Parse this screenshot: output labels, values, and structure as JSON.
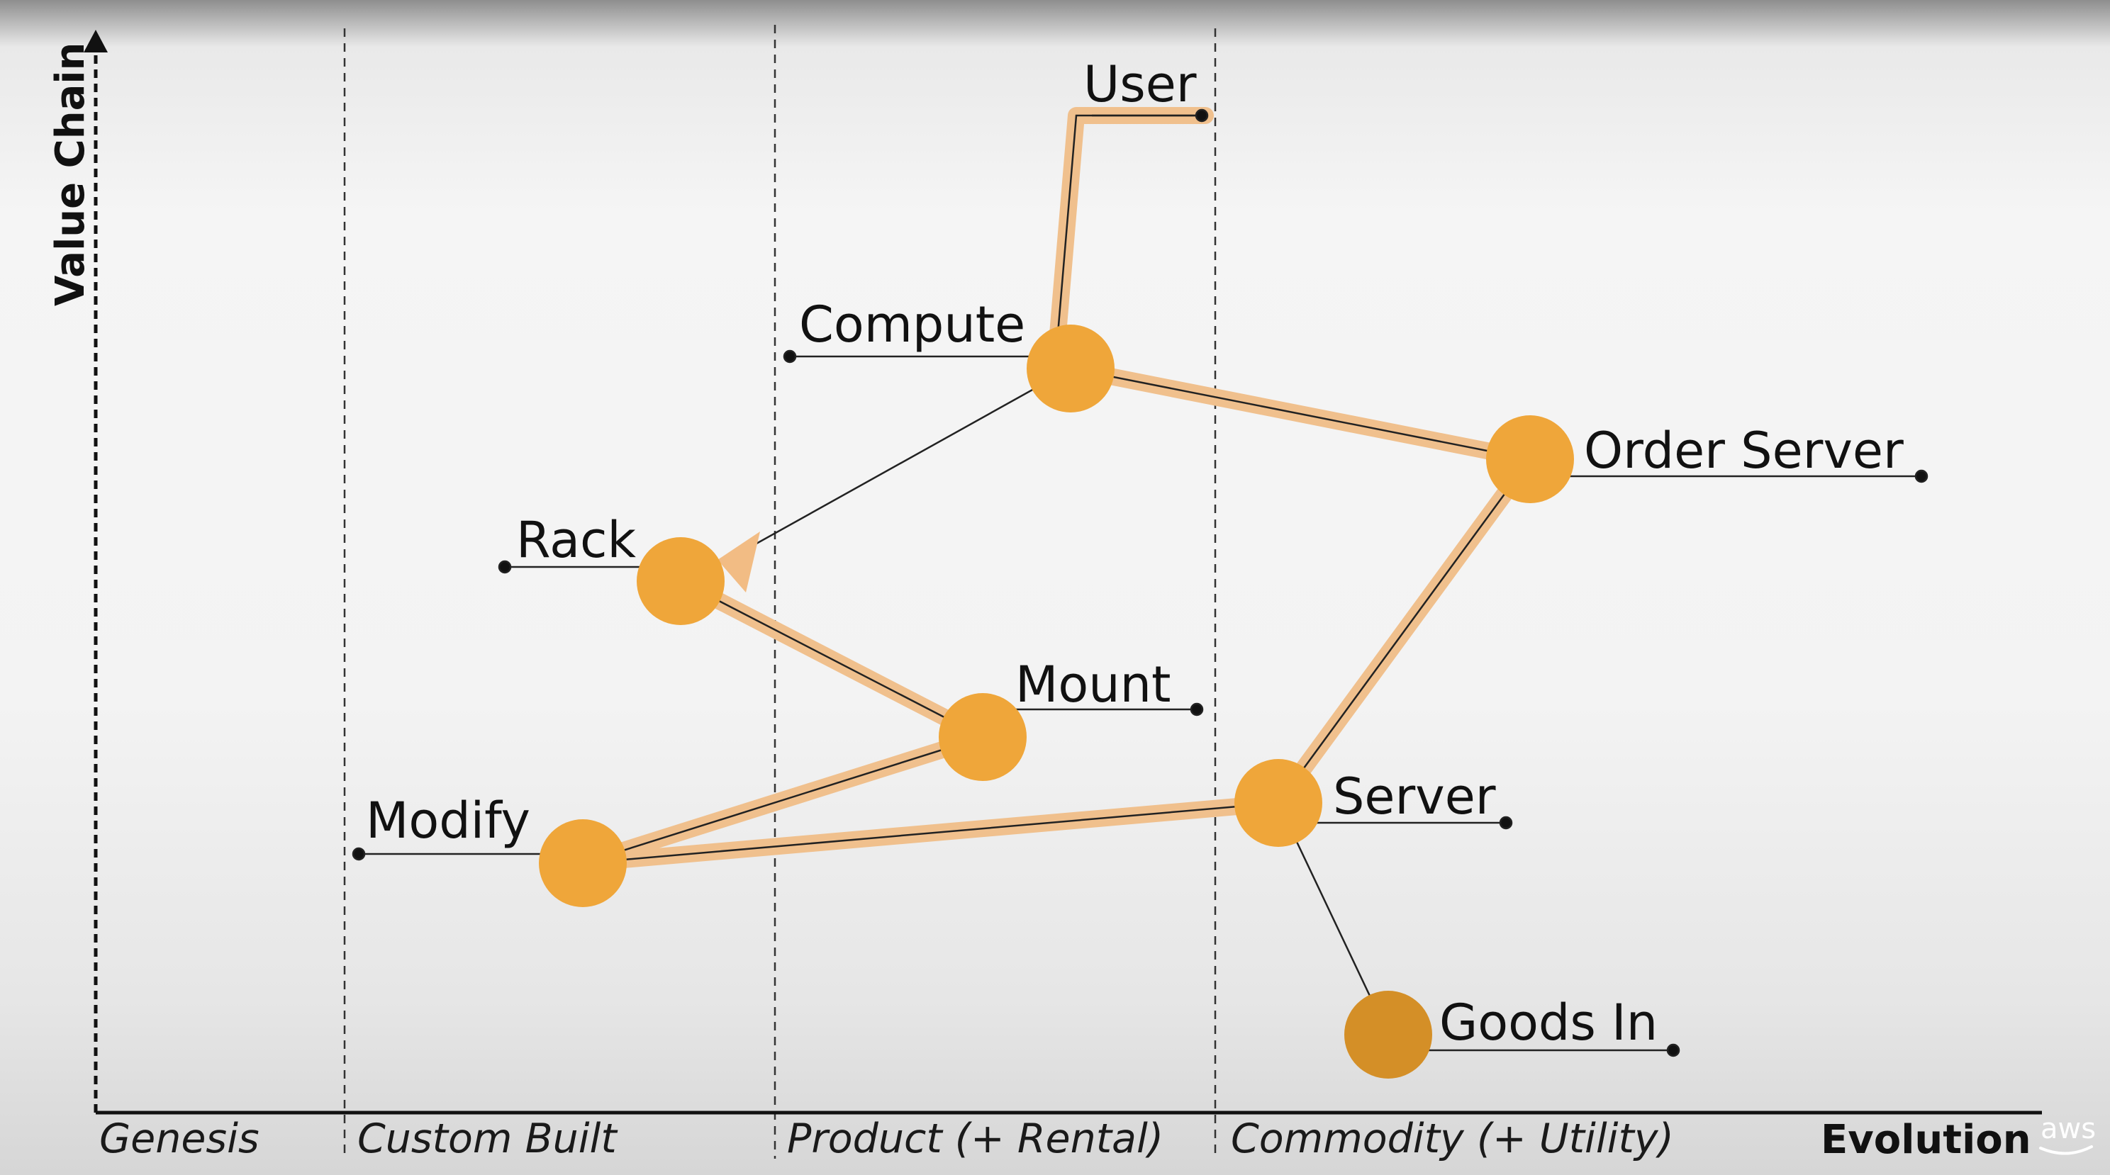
{
  "axes": {
    "y_title": "Value Chain",
    "x_title": "Evolution"
  },
  "stages": [
    "Genesis",
    "Custom Built",
    "Product (+ Rental)",
    "Commodity (+ Utility)"
  ],
  "components": {
    "user": "User",
    "compute": "Compute",
    "order_server": "Order Server",
    "rack": "Rack",
    "mount": "Mount",
    "modify": "Modify",
    "server": "Server",
    "goods_in": "Goods In"
  },
  "colors": {
    "node": "#efa63a",
    "node_dark": "#d48f27",
    "path_highlight": "#f0c08d",
    "line": "#222222"
  },
  "brand": {
    "logo_text": "aws"
  }
}
